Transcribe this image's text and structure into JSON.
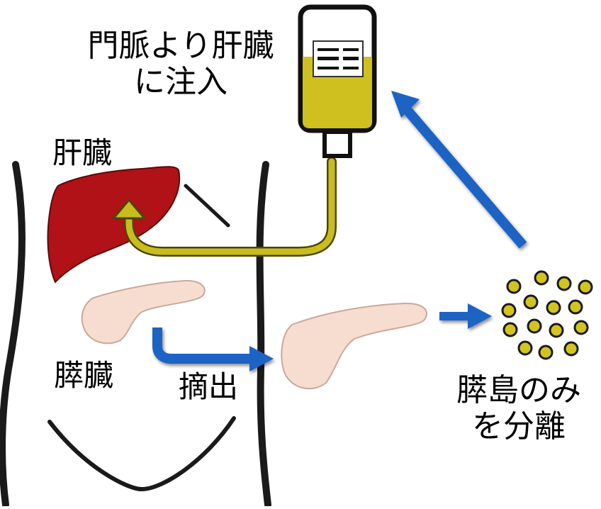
{
  "labels": {
    "injection_line1": "門脈より肝臓",
    "injection_line2": "に注入",
    "liver": "肝臓",
    "pancreas": "膵臓",
    "extraction": "摘出",
    "isolation_line1": "膵島のみ",
    "isolation_line2": "を分離"
  },
  "colors": {
    "liver_fill": "#b01217",
    "pancreas_fill": "#f7dcd0",
    "bag_liquid": "#cfc020",
    "islet_fill": "#d2c41c",
    "tube": "#b8b015",
    "arrow_blue": "#1f63c4",
    "body_outline": "#1a1a1a"
  },
  "icons": {
    "iv_bag": "infusion-bag-icon",
    "islet_cluster": "islet-cells-icon"
  }
}
